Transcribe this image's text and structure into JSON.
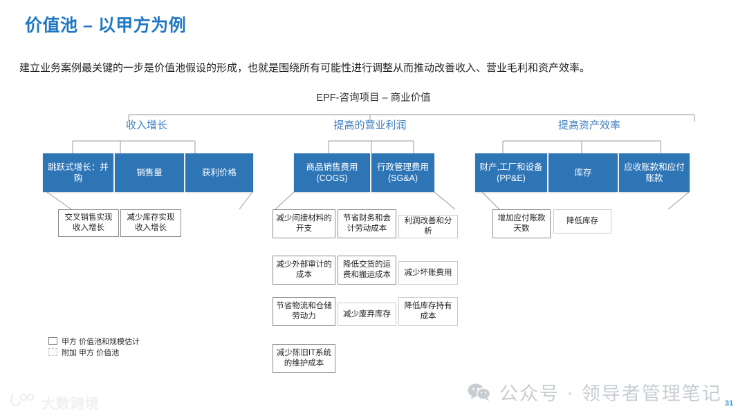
{
  "slide": {
    "title": "价值池 – 以甲方为例",
    "lede": "建立业务案例最关键的一步是价值池假设的形成，也就是围绕所有可能性进行调整从而推动改善收入、营业毛利和资产效率。",
    "chart_title": "EPF-咨询项目 – 商业价值",
    "page_number": "31"
  },
  "colors": {
    "title_blue": "#1F77C1",
    "group_head_blue": "#3f7fc1",
    "box_blue": "#2E75B6",
    "sub_box_border": "#8a8a8a",
    "extra_box_border": "#c9c9c9",
    "page_number_blue": "#2E9BD6"
  },
  "groups": [
    {
      "header": "收入增长",
      "boxes": [
        {
          "label": "跳跃式增长：并购"
        },
        {
          "label": "销售量"
        },
        {
          "label": "获利价格"
        }
      ],
      "sub_boxes": [
        {
          "label": "交叉销售实现收入增长",
          "style": "primary"
        },
        {
          "label": "减少库存实现收入增长",
          "style": "primary"
        }
      ]
    },
    {
      "header": "提高的营业利润",
      "boxes": [
        {
          "label_line1": "商品销售费用",
          "label_line2": "(COGS)"
        },
        {
          "label_line1": "行政管理费用",
          "label_line2": "(SG&A)"
        }
      ],
      "sub_boxes": [
        {
          "label": "减少间接材料的开支",
          "style": "primary"
        },
        {
          "label": "节省财务和会计劳动成本",
          "style": "primary"
        },
        {
          "label": "利润改善和分析",
          "style": "extra"
        },
        {
          "label": "减少外部审计的成本",
          "style": "primary"
        },
        {
          "label": "降低交货的运费和搬运成本",
          "style": "primary"
        },
        {
          "label": "减少坏账费用",
          "style": "extra"
        },
        {
          "label": "节省物流和仓储劳动力",
          "style": "primary"
        },
        {
          "label": "减少废弃库存",
          "style": "extra"
        },
        {
          "label": "降低库存持有成本",
          "style": "extra"
        },
        {
          "label": "减少陈旧IT系统的维护成本",
          "style": "primary"
        }
      ]
    },
    {
      "header": "提高资产效率",
      "boxes": [
        {
          "label_line1": "财产,工厂和设备",
          "label_line2": "(PP&E)"
        },
        {
          "label": "库存"
        },
        {
          "label": "应收账款和应付账款"
        }
      ],
      "sub_boxes": [
        {
          "label": "增加应付账款天数",
          "style": "primary"
        },
        {
          "label": "降低库存",
          "style": "extra"
        }
      ]
    }
  ],
  "legend": {
    "items": [
      {
        "label": "甲方 价值池和规模估计",
        "style": "solid"
      },
      {
        "label": "附加 甲方 价值池",
        "style": "dashed"
      }
    ]
  },
  "watermarks": {
    "right_text": "公众号 · 领导者管理笔记",
    "left_text": "大数跨境"
  }
}
